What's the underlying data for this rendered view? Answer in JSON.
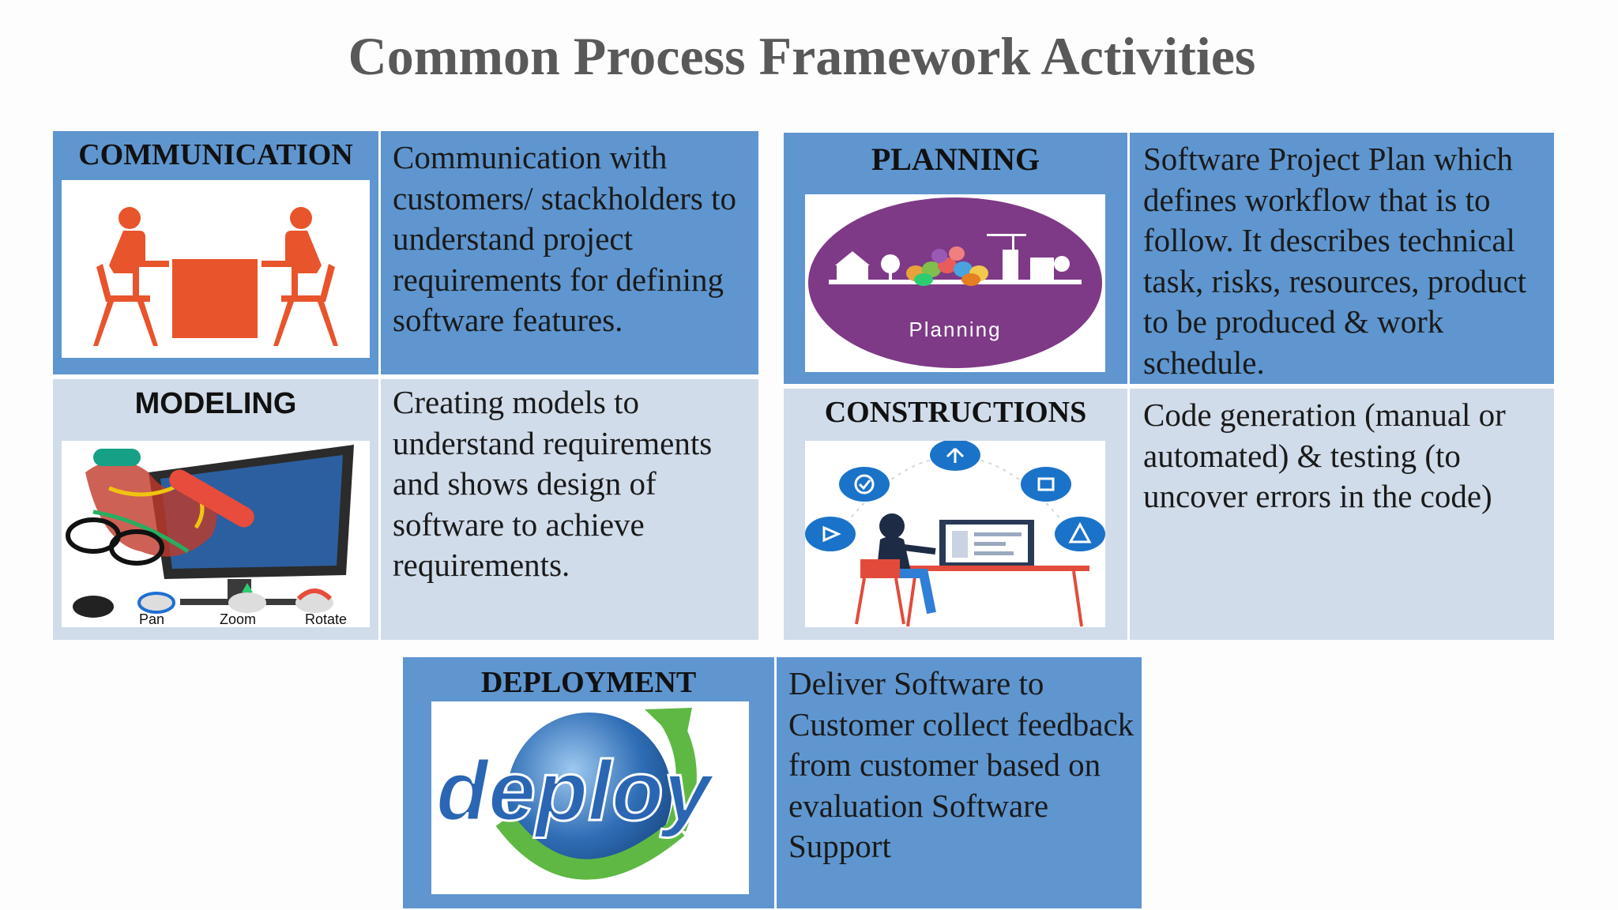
{
  "title": "Common Process Framework  Activities",
  "colors": {
    "dark_cell": "#5f96d0",
    "light_cell": "#d1dcea",
    "title": "#595959"
  },
  "cells": {
    "communication": {
      "label": "COMMUNICATION",
      "icon": "meeting-icon",
      "text": "Communication with customers/ stackholders to understand project requirements for defining software features."
    },
    "planning": {
      "label": "PLANNING",
      "icon": "planning-icon",
      "image_caption": "Planning",
      "text": "Software Project Plan which defines workflow that is to follow. It describes technical task, risks, resources, product to be produced & work schedule."
    },
    "modeling": {
      "label": "MODELING",
      "icon": "modeling-icon",
      "image_labels": [
        "Pan",
        "Zoom",
        "Rotate"
      ],
      "text": "Creating models to understand requirements and shows design of software to achieve requirements."
    },
    "constructions": {
      "label": "CONSTRUCTIONS",
      "icon": "developer-icon",
      "text": "Code generation (manual or automated) & testing (to uncover errors in the code)"
    },
    "deployment": {
      "label": "DEPLOYMENT",
      "icon": "deploy-icon",
      "image_caption": "deploy",
      "text": "Deliver Software to Customer collect feedback from customer based on evaluation Software Support"
    }
  }
}
